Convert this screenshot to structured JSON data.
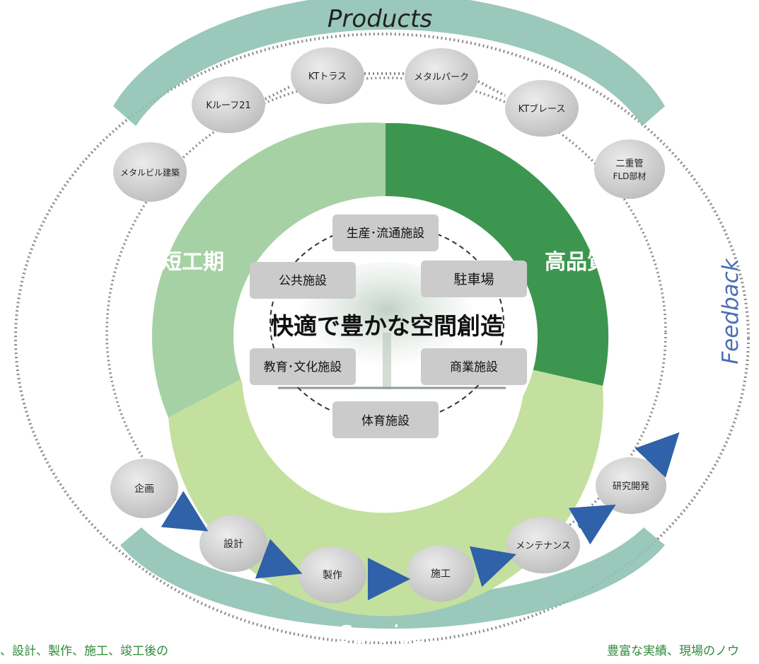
{
  "arcs": {
    "top": "Products",
    "bottom": "Services",
    "right": "Feedback"
  },
  "segments": {
    "left": "短工期",
    "right": "高品質",
    "bottom": "低コスト"
  },
  "center": {
    "title": "快適で豊かな空間創造"
  },
  "facilities": [
    "生産･流通施設",
    "公共施設",
    "駐車場",
    "教育･文化施設",
    "商業施設",
    "体育施設"
  ],
  "products": [
    "メタルビル建築",
    "Kルーフ21",
    "KTトラス",
    "メタルパーク",
    "KTブレース",
    "二重管",
    "FLD部材"
  ],
  "services": [
    "企画",
    "設計",
    "製作",
    "施工",
    "メンテナンス",
    "研究開発"
  ],
  "captions": {
    "bottom_left": "、設計、製作、施工、竣工後の",
    "bottom_right": "豊富な実績、現場のノウ"
  },
  "colors": {
    "arc": "#8fc2b4",
    "light_green": "#a6d1a4",
    "dark_green": "#3d9650",
    "bottom_green": "#c3e09e",
    "center_fill": "#ffffff",
    "node_fill": "#cfcfcf",
    "box_fill": "#cbcbcb",
    "label_green": "#2d8a3a",
    "feedback_blue": "#4a6fb5",
    "arrow_blue": "#2f62a8"
  }
}
